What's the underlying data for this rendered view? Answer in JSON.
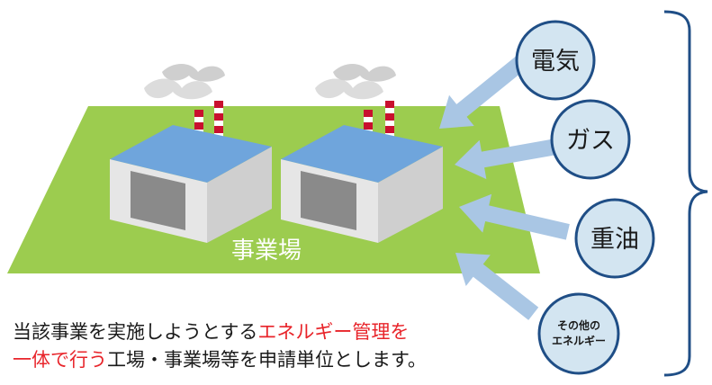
{
  "site_label": "事業場",
  "energy_sources": [
    {
      "label": "電気"
    },
    {
      "label": "ガス"
    },
    {
      "label": "重油"
    },
    {
      "label": "その他の",
      "label2": "エネルギー"
    }
  ],
  "caption": {
    "line1_normal": "当該事業を実施しようとする",
    "line1_highlight": "エネルギー管理を",
    "line2_highlight": "一体で行う",
    "line2_normal": "工場・事業場等を申請単位とします。"
  },
  "colors": {
    "ground": "#9ccc4f",
    "roof": "#6fa5dc",
    "wall": "#e6e6e6",
    "door": "#8a8a8a",
    "chimney_red": "#c8102e",
    "arrow": "#a9c6e4",
    "circle_fill": "#d3e5f1",
    "circle_stroke": "#1f4e86",
    "highlight": "#e8242a"
  }
}
